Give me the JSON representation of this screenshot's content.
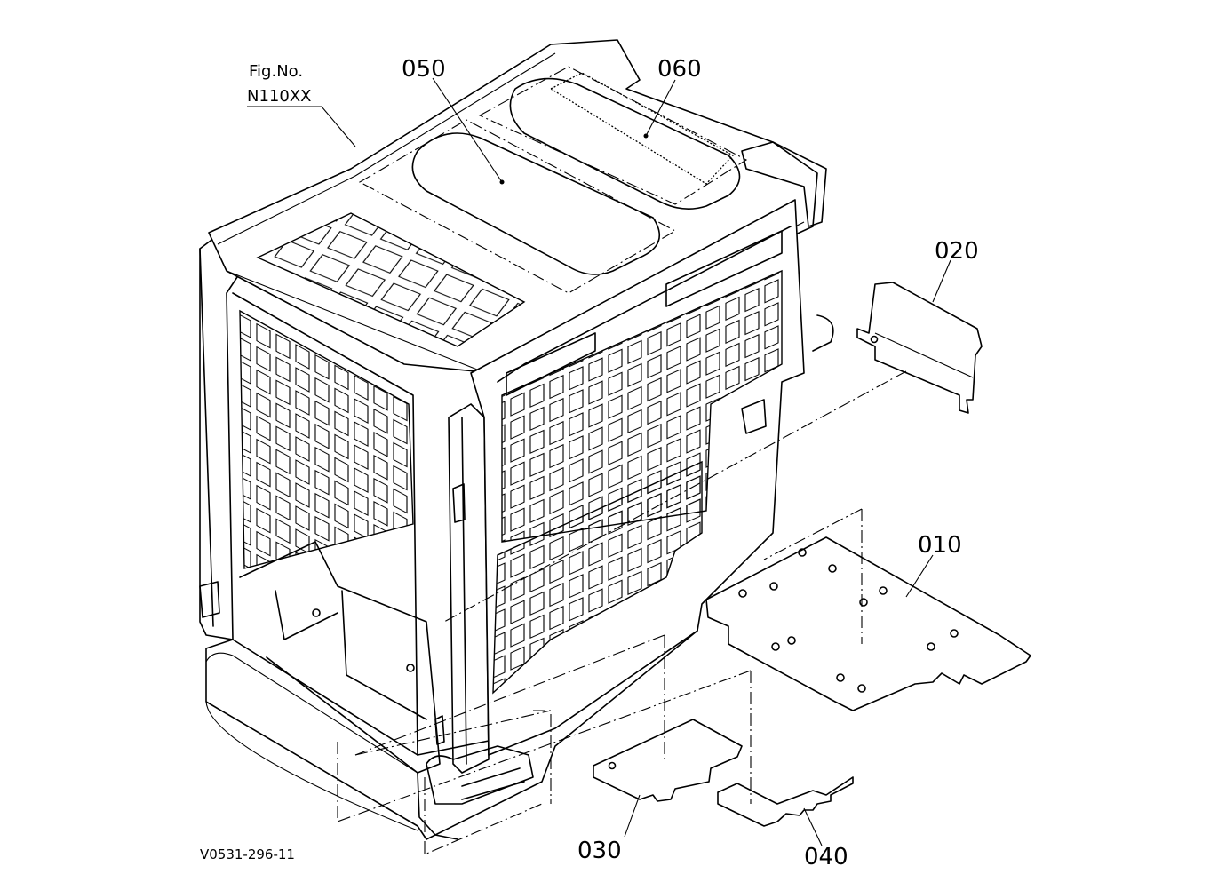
{
  "figure": {
    "fig_no_label": "Fig.No.",
    "fig_no_value": "N110XX",
    "drawing_code": "V0531-296-11"
  },
  "callouts": [
    {
      "id": "010",
      "label": "010"
    },
    {
      "id": "020",
      "label": "020"
    },
    {
      "id": "030",
      "label": "030"
    },
    {
      "id": "040",
      "label": "040"
    },
    {
      "id": "050",
      "label": "050"
    },
    {
      "id": "060",
      "label": "060"
    }
  ]
}
